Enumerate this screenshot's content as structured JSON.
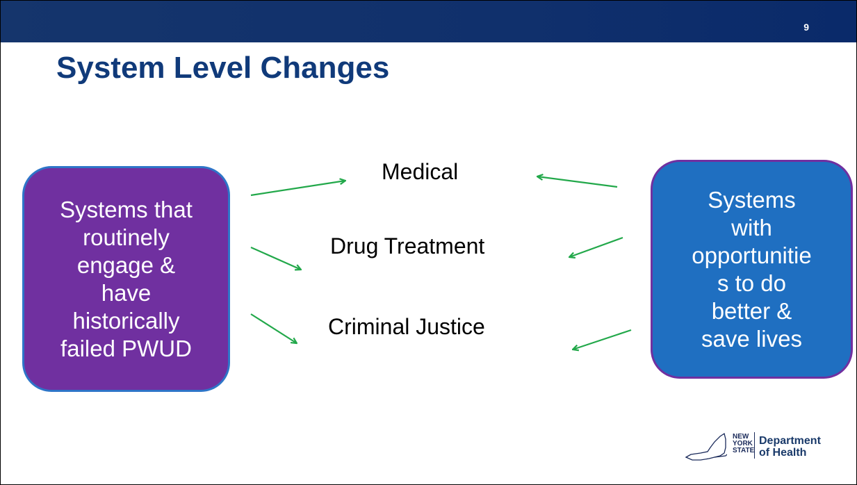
{
  "slide": {
    "page_number": "9",
    "title": "System Level Changes"
  },
  "left_box": {
    "lines": [
      "Systems that",
      "routinely",
      "engage &",
      "have",
      "historically",
      "failed PWUD"
    ],
    "color": "#7030a0"
  },
  "right_box": {
    "lines": [
      "Systems",
      "with",
      "opportunitie",
      "s to do",
      "better &",
      "save lives"
    ],
    "color": "#1f6fc1"
  },
  "middle_labels": {
    "medical": "Medical",
    "drug_treatment": "Drug Treatment",
    "criminal_justice": "Criminal Justice"
  },
  "arrow_color": "#22a84a",
  "logo": {
    "state_lines": [
      "NEW",
      "YORK",
      "STATE"
    ],
    "dept_lines": [
      "Department",
      "of Health"
    ]
  }
}
